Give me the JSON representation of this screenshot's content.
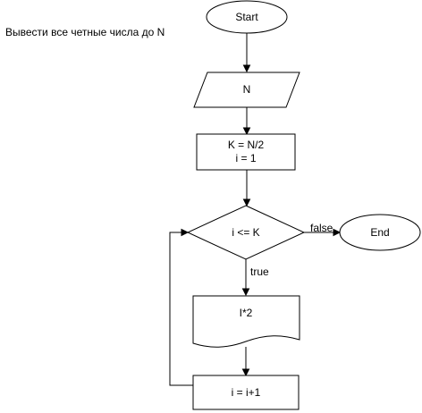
{
  "diagram": {
    "caption": "Вывести все четные числа до N",
    "nodes": {
      "start": {
        "label": "Start"
      },
      "input": {
        "label": "N"
      },
      "init": {
        "line1": "K = N/2",
        "line2": "i = 1"
      },
      "condition": {
        "label": "i <= K"
      },
      "end": {
        "label": "End"
      },
      "output": {
        "label": "I*2"
      },
      "increment": {
        "label": "i = i+1"
      }
    },
    "edges": {
      "false_label": "false",
      "true_label": "true"
    }
  }
}
